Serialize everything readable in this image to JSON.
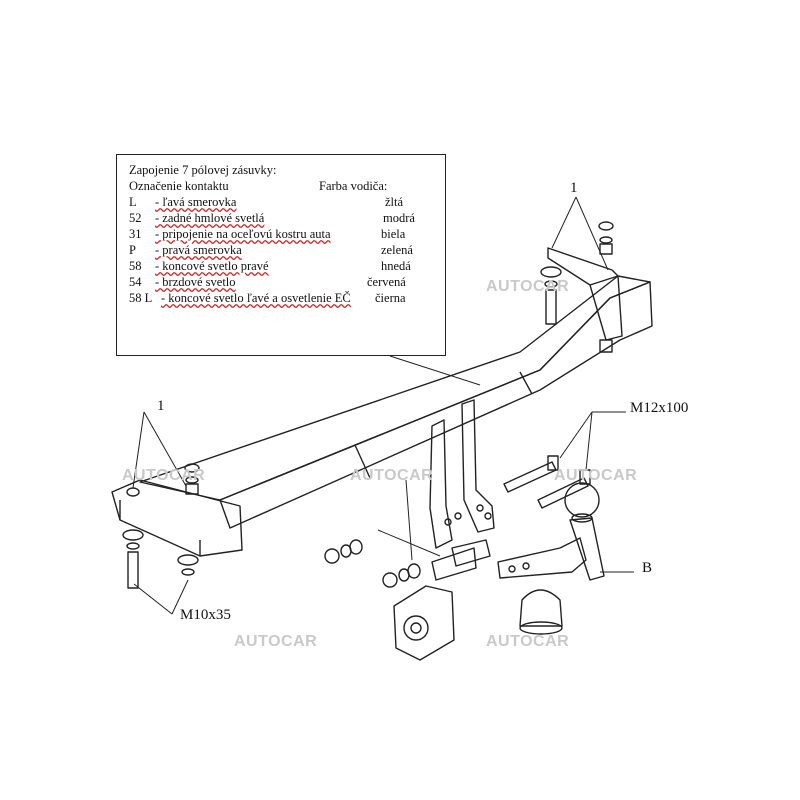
{
  "legend": {
    "title": "Zapojenie 7 pólovej zásuvky:",
    "col_contact": "Označenie kontaktu",
    "col_color": "Farba vodiča:",
    "rows": [
      {
        "code": "L",
        "desc": "- ľavá smerovka",
        "color": "žltá"
      },
      {
        "code": "52",
        "desc": "- zadné hmlové svetlá",
        "color": "modrá"
      },
      {
        "code": "31",
        "desc": "- pripojenie na oceľovú kostru auta",
        "color": "biela"
      },
      {
        "code": "P",
        "desc": "- pravá smerovka",
        "color": "zelená"
      },
      {
        "code": "58",
        "desc": "- koncové svetlo pravé",
        "color": "hnedá"
      },
      {
        "code": "54",
        "desc": "- brzdové svetlo",
        "color": "červená"
      },
      {
        "code": "58 L",
        "desc": "- koncové svetlo ľavé a osvetlenie EČ",
        "color": "čierna"
      }
    ]
  },
  "callouts": {
    "part1_top": "1",
    "part1_left": "1",
    "bolt_upper": "M12x100",
    "ball": "B",
    "bolt_lower": "M10x35"
  },
  "watermark": "AUTOCAR",
  "colors": {
    "line": "#222222",
    "watermark": "#c9c9c9",
    "underline": "#cc2222"
  }
}
